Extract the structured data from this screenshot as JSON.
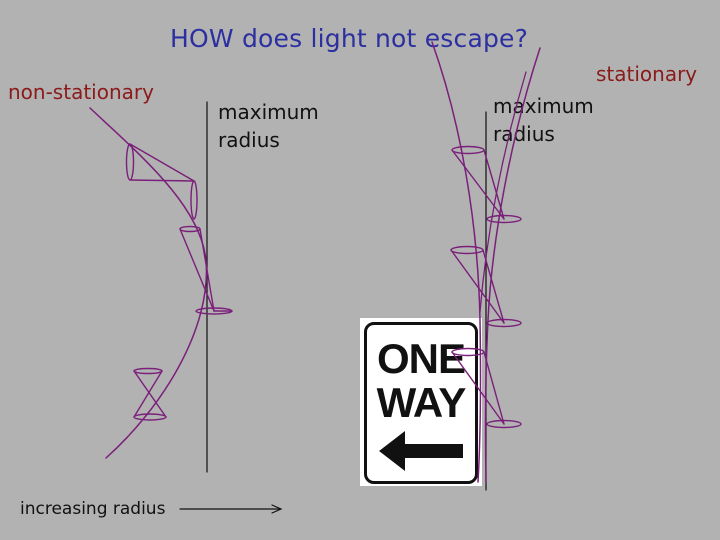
{
  "title": "HOW does light not escape?",
  "labels": {
    "left": "non-stationary",
    "right": "stationary",
    "max_left_line1": "maximum",
    "max_left_line2": "radius",
    "max_right_line1": "maximum",
    "max_right_line2": "radius",
    "axis": "increasing radius"
  },
  "sign": {
    "line1": "ONE",
    "line2": "WAY",
    "arrow": "left-arrow-icon"
  },
  "colors": {
    "background": "#b2b2b2",
    "title": "#2b2fa0",
    "label": "#8b1a1a",
    "curve": "#7a1f7a"
  }
}
